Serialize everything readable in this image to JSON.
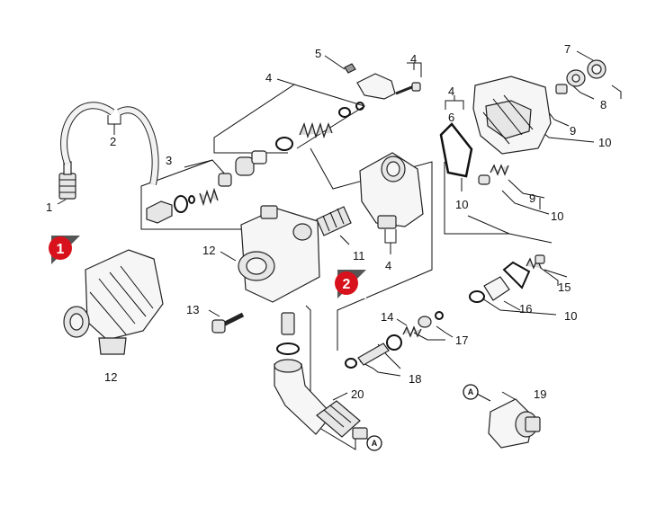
{
  "callouts": {
    "c1": "1",
    "c2_hose": "2",
    "c3": "3",
    "c4_top": "4",
    "c5": "5",
    "c4_screw": "4",
    "c7": "7",
    "c4_right": "4",
    "c6": "6",
    "c8": "8",
    "c9_top": "9",
    "c10_top": "10",
    "c10_seal": "10",
    "c9_mid": "9",
    "c10_mid": "10",
    "c12_left": "12",
    "c12_housing": "12",
    "c11": "11",
    "c4_bottom": "4",
    "c15": "15",
    "c16": "16",
    "c10_low": "10",
    "c13": "13",
    "c14": "14",
    "c17": "17",
    "c18": "18",
    "c20": "20",
    "c19": "19"
  },
  "badges": {
    "view1": "1",
    "view2": "2"
  },
  "connectors": {
    "a_elbow": "A",
    "a_adapter": "A"
  },
  "colors": {
    "badge_red": "#d8121c",
    "badge_shadow": "#555555",
    "line": "#111111"
  }
}
